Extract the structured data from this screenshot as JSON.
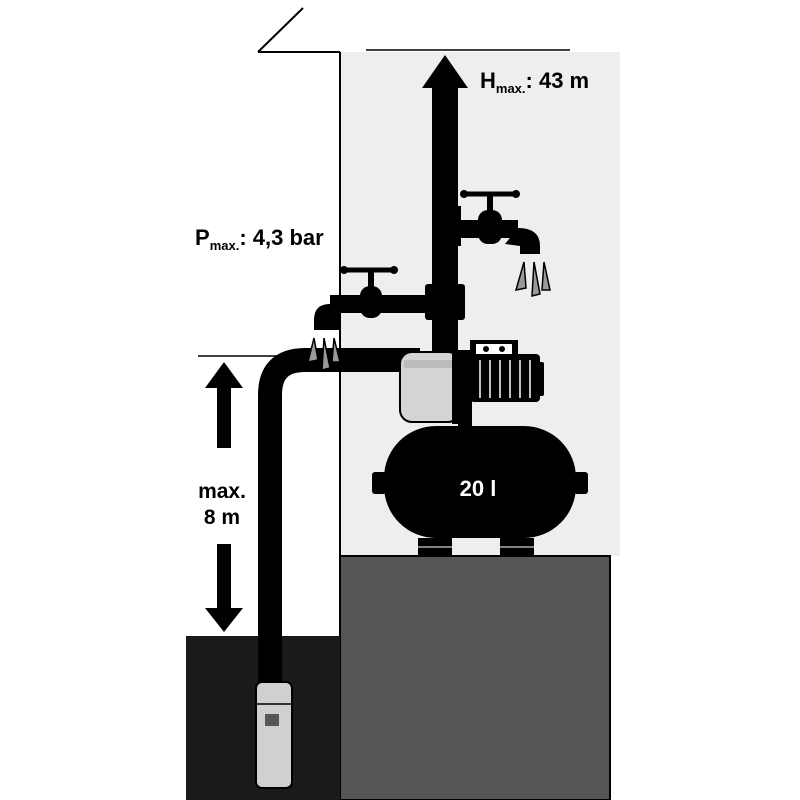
{
  "labels": {
    "h_max_letter": "H",
    "h_max_sub": "max.",
    "h_max_value": ": 43 m",
    "p_max_letter": "P",
    "p_max_sub": "max.",
    "p_max_value": ": 4,3 bar",
    "suction_line1": "max.",
    "suction_line2": "8 m",
    "tank_volume": "20 l"
  },
  "colors": {
    "ink": "#000000",
    "wall_fill": "#eeeeee",
    "ground": "#555555",
    "metal": "#cfcfcf",
    "water_drop": "#9a9a9a"
  }
}
